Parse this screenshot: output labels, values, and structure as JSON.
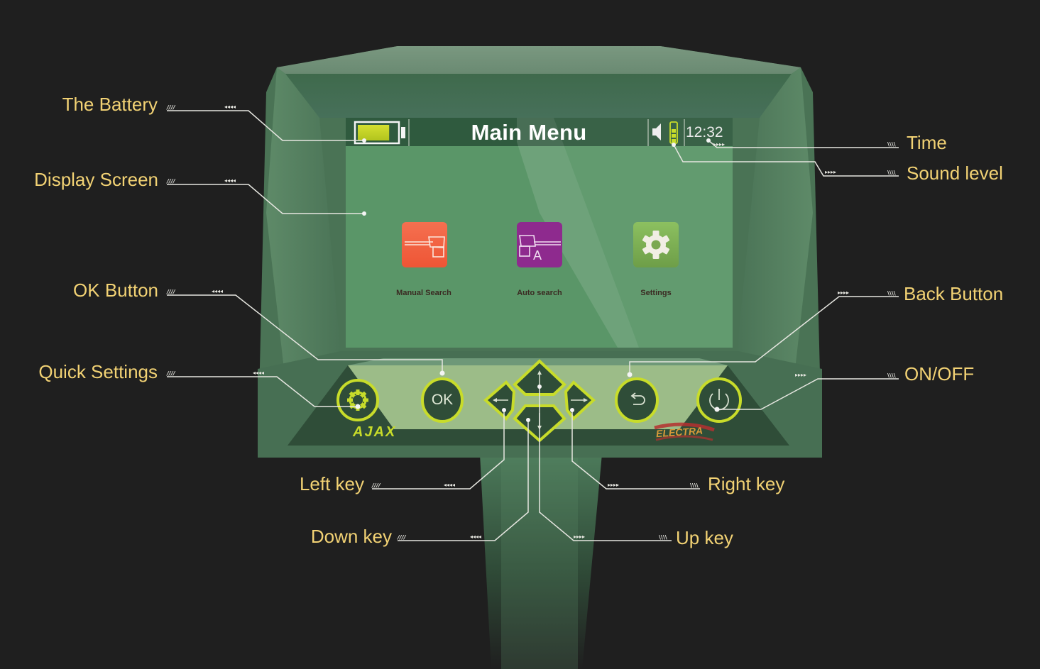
{
  "screen": {
    "title": "Main Menu",
    "time": "12:32",
    "battery_level_percent": 85,
    "sound_level_bars": 3,
    "apps": [
      {
        "label": "Manual Search",
        "icon": "manual-search-probe-icon",
        "color": "#f0603c"
      },
      {
        "label": "Auto search",
        "icon": "auto-search-probe-icon",
        "color": "#8e2a8e",
        "badge": "A"
      },
      {
        "label": "Settings",
        "icon": "gear-icon",
        "color": "#7fae52"
      }
    ]
  },
  "keypad": {
    "ok_label": "OK",
    "brand_left": "AJAX",
    "brand_right": "ELECTRA"
  },
  "callouts": {
    "battery": "The Battery",
    "display": "Display Screen",
    "ok": "OK Button",
    "quick_settings": "Quick Settings",
    "time": "Time",
    "sound": "Sound level",
    "back": "Back Button",
    "onoff": "ON/OFF",
    "left_key": "Left key",
    "right_key": "Right key",
    "down_key": "Down key",
    "up_key": "Up key"
  },
  "colors": {
    "background": "#1f1f1f",
    "label": "#f2d274",
    "housing": "#4a7355",
    "screen": "#5a9668",
    "accent": "#c8dc2a"
  }
}
